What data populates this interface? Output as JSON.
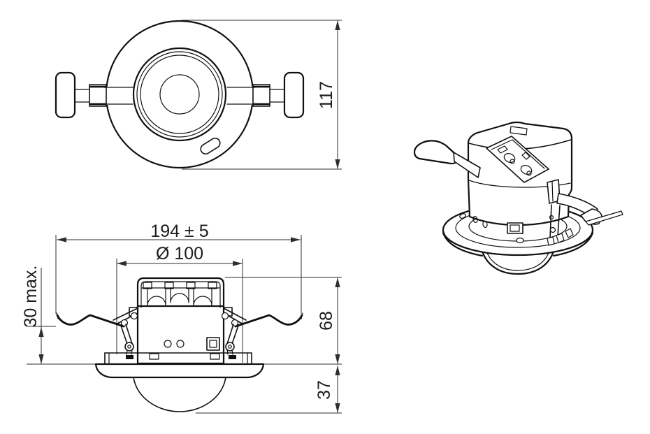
{
  "drawing": {
    "type": "technical-dimension-drawing",
    "subject": "ceiling-mount presence detector with spring clamps",
    "views": {
      "top_view": "top view",
      "front_view": "front sectional view",
      "perspective_view": "perspective view"
    },
    "dimensions": {
      "top_diameter": "117",
      "overall_width": "194 ± 5",
      "flange_diameter": "Ø 100",
      "ceiling_max": "30 max.",
      "height_above": "68",
      "height_below": "37"
    },
    "colors": {
      "line": "#111111",
      "dimension_line": "#2e2e2e",
      "text": "#1c1c1c",
      "background": "#ffffff"
    }
  }
}
